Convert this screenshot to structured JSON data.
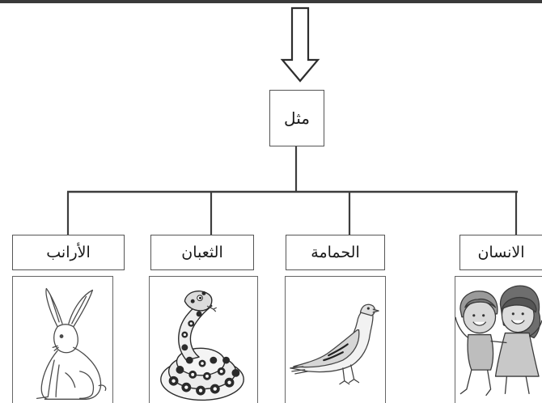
{
  "diagram": {
    "root_label": "مثل",
    "items": [
      {
        "label": "الأرانب",
        "image": "rabbit-drawing"
      },
      {
        "label": "الثعبان",
        "image": "snake-drawing"
      },
      {
        "label": "الحمامة",
        "image": "pigeon-drawing"
      },
      {
        "label": "الانسان",
        "image": "children-drawing"
      }
    ],
    "colors": {
      "line": "#3d3d3d",
      "box_border": "#555555",
      "background": "#ffffff"
    }
  }
}
